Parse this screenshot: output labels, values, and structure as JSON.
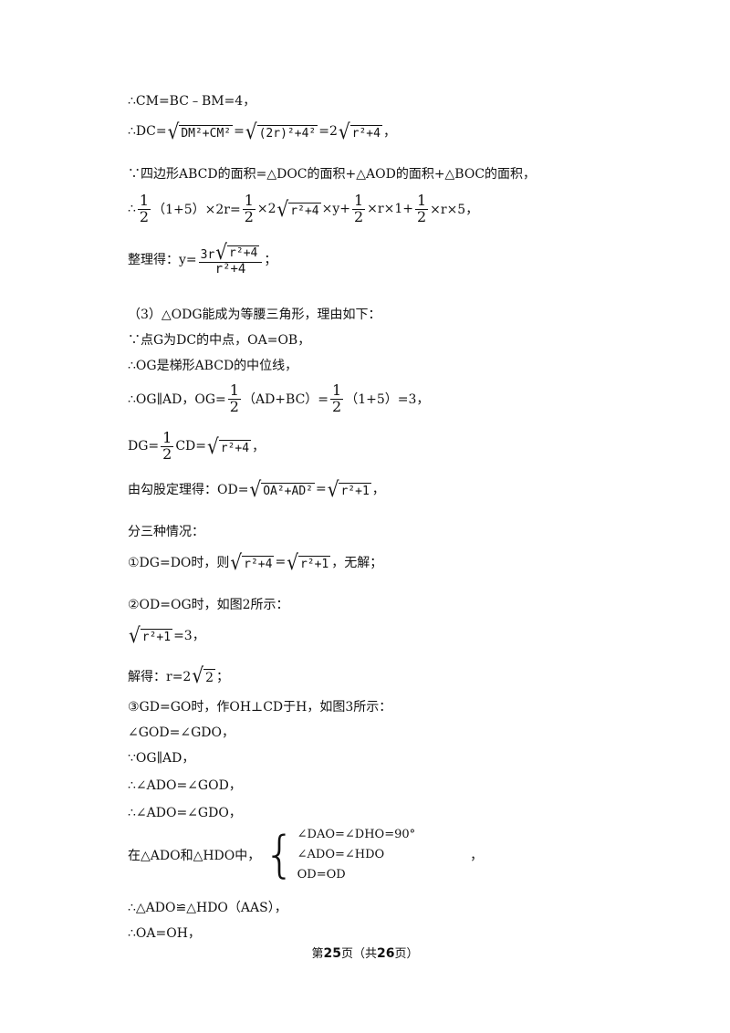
{
  "lines": {
    "l1": "∴CM=BC﹣BM=4，",
    "l2_pre": "∴DC=",
    "l2_r1": "DM²+CM²",
    "l2_mid": "=",
    "l2_r2": "(2r)²+4²",
    "l2_mid2": "=2",
    "l2_r3": "r²+4",
    "l2_end": "，",
    "l3": "∵四边形ABCD的面积=△DOC的面积+△AOD的面积+△BOC的面积，",
    "l4_pre": "∴",
    "l4_f1n": "1",
    "l4_f1d": "2",
    "l4_a": "（1+5）×2r=",
    "l4_f2n": "1",
    "l4_f2d": "2",
    "l4_b": "×2",
    "l4_r": "r²+4",
    "l4_c": "×y+",
    "l4_f3n": "1",
    "l4_f3d": "2",
    "l4_d": "×r×1+",
    "l4_f4n": "1",
    "l4_f4d": "2",
    "l4_e": "×r×5，",
    "l5_pre": "整理得：y=",
    "l5_num_a": "3r",
    "l5_num_r": "r²+4",
    "l5_den": "r²+4",
    "l5_end": "；",
    "l6": "（3）△ODG能成为等腰三角形，理由如下：",
    "l7": "∵点G为DC的中点，OA=OB，",
    "l8": "∴OG是梯形ABCD的中位线，",
    "l9_pre": "∴OG∥AD，OG=",
    "l9_f1n": "1",
    "l9_f1d": "2",
    "l9_a": "（AD+BC）=",
    "l9_f2n": "1",
    "l9_f2d": "2",
    "l9_b": "（1+5）=3，",
    "l10_pre": "DG=",
    "l10_fn": "1",
    "l10_fd": "2",
    "l10_a": "CD=",
    "l10_r": "r²+4",
    "l10_end": "，",
    "l11_pre": "由勾股定理得：OD=",
    "l11_r1": "OA²+AD²",
    "l11_mid": "=",
    "l11_r2": "r²+1",
    "l11_end": "，",
    "l12": "分三种情况：",
    "l13_pre": "①DG=DO时，则",
    "l13_r1": "r²+4",
    "l13_mid": "=",
    "l13_r2": "r²+1",
    "l13_end": "，无解；",
    "l14": "②OD=OG时，如图2所示：",
    "l15_r": "r²+1",
    "l15_end": "=3，",
    "l16_pre": "解得：r=2",
    "l16_r": "2",
    "l16_end": "；",
    "l17": "③GD=GO时，作OH⊥CD于H，如图3所示：",
    "l18": "∠GOD=∠GDO，",
    "l19": "∵OG∥AD，",
    "l20": "∴∠ADO=∠GOD，",
    "l21": "∴∠ADO=∠GDO，",
    "l22_pre": "在△ADO和△HDO中，",
    "l22_s1": "∠DAO=∠DHO=90°",
    "l22_s2": "∠ADO=∠HDO",
    "l22_s3": "OD=OD",
    "l22_end": "，",
    "l23": "∴△ADO≌△HDO（AAS），",
    "l24": "∴OA=OH，"
  },
  "footer": {
    "pre": "第",
    "page": "25",
    "mid": "页（共",
    "total": "26",
    "post": "页）"
  }
}
